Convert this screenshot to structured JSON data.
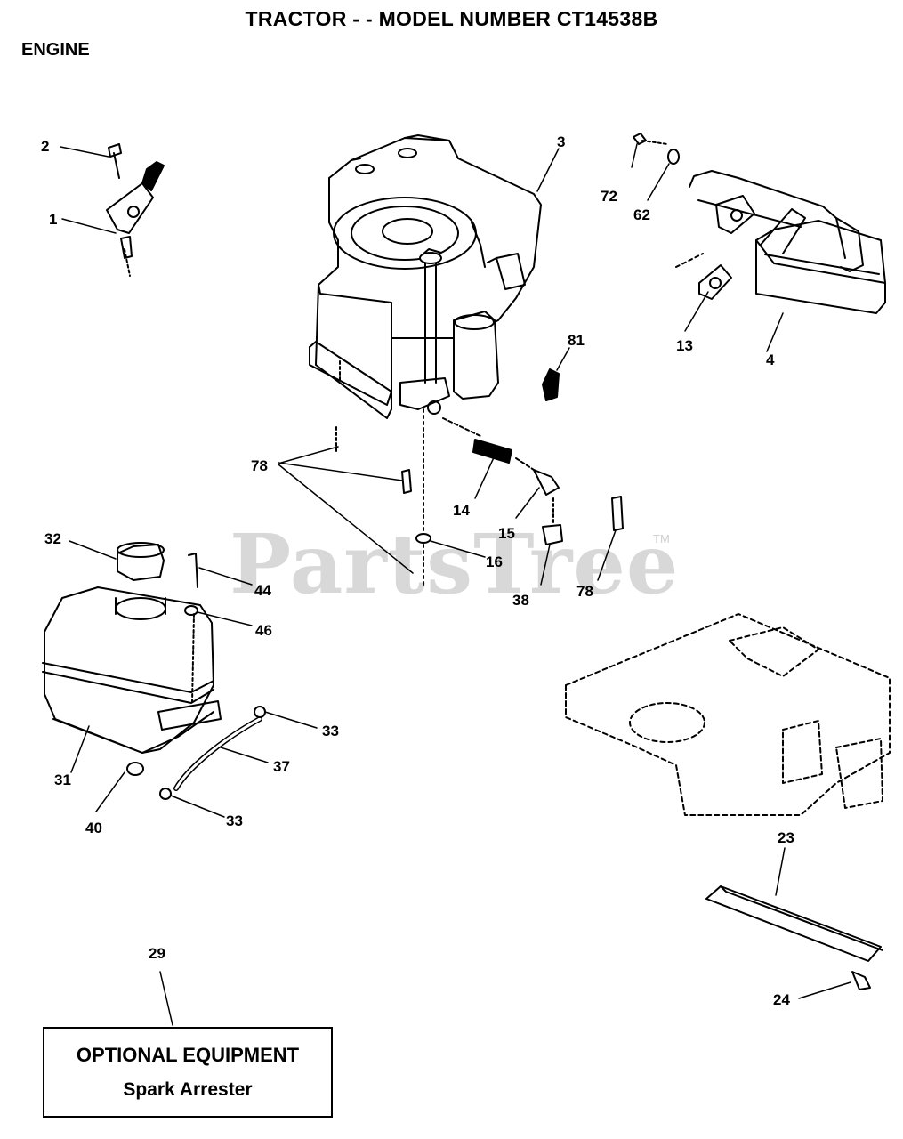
{
  "header": {
    "title": "TRACTOR - - MODEL NUMBER CT14538B",
    "section": "ENGINE"
  },
  "watermark": {
    "text": "PartsTree",
    "trademark": "TM"
  },
  "callouts": [
    "1",
    "2",
    "3",
    "4",
    "13",
    "14",
    "15",
    "16",
    "23",
    "24",
    "29",
    "31",
    "32",
    "33",
    "33",
    "37",
    "38",
    "40",
    "44",
    "46",
    "62",
    "72",
    "78",
    "78",
    "81"
  ],
  "optional_box": {
    "line1": "OPTIONAL EQUIPMENT",
    "line2": "Spark Arrester"
  },
  "colors": {
    "ink": "#000000",
    "watermark": "#d8d8d8"
  }
}
